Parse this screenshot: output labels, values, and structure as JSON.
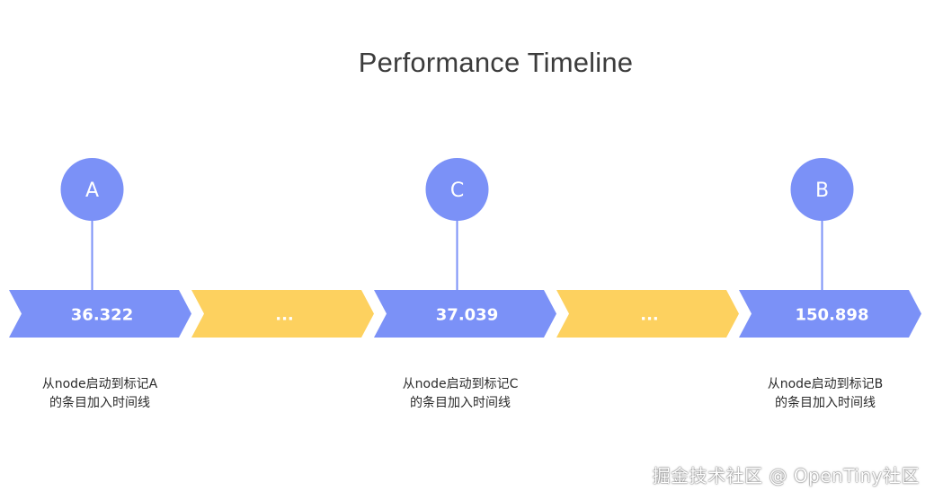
{
  "title": "Performance Timeline",
  "colors": {
    "blue": "#7b91f7",
    "yellow": "#fdd15f",
    "text": "#3c3c3c"
  },
  "segments": [
    {
      "label": "36.322",
      "color": "blue"
    },
    {
      "label": "...",
      "color": "yellow"
    },
    {
      "label": "37.039",
      "color": "blue"
    },
    {
      "label": "...",
      "color": "yellow"
    },
    {
      "label": "150.898",
      "color": "blue"
    }
  ],
  "markers": [
    {
      "label": "A",
      "segment": 0,
      "description": [
        "从node启动到标记A",
        "的条目加入时间线"
      ]
    },
    {
      "label": "C",
      "segment": 2,
      "description": [
        "从node启动到标记C",
        "的条目加入时间线"
      ]
    },
    {
      "label": "B",
      "segment": 4,
      "description": [
        "从node启动到标记B",
        "的条目加入时间线"
      ]
    }
  ],
  "watermark": "掘金技术社区 @ OpenTiny社区"
}
